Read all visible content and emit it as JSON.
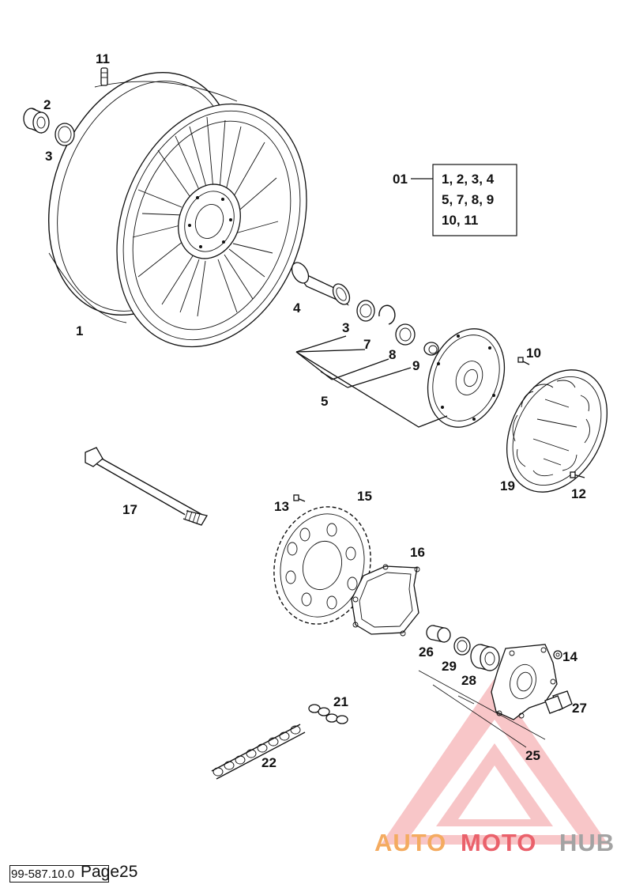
{
  "callouts": {
    "c1": "1",
    "c2": "2",
    "c3a": "3",
    "c3b": "3",
    "c4": "4",
    "c5": "5",
    "c7": "7",
    "c8": "8",
    "c9": "9",
    "c10": "10",
    "c11": "11",
    "c12": "12",
    "c13": "13",
    "c14": "14",
    "c15": "15",
    "c16": "16",
    "c17": "17",
    "c19": "19",
    "c21": "21",
    "c22": "22",
    "c25": "25",
    "c26": "26",
    "c27": "27",
    "c28": "28",
    "c29": "29"
  },
  "legend": {
    "key": "01",
    "lines": [
      "1, 2, 3, 4",
      "5, 7, 8, 9",
      "10, 11"
    ]
  },
  "footer": {
    "code": "99-587.10.0",
    "page": "Page25"
  },
  "watermark": {
    "part1": "AUTO",
    "part2": "MOTO",
    "part3": "HUB",
    "color_orange": "#f3a24f",
    "color_red": "#e8505b",
    "color_gray": "#9a9a9a"
  }
}
